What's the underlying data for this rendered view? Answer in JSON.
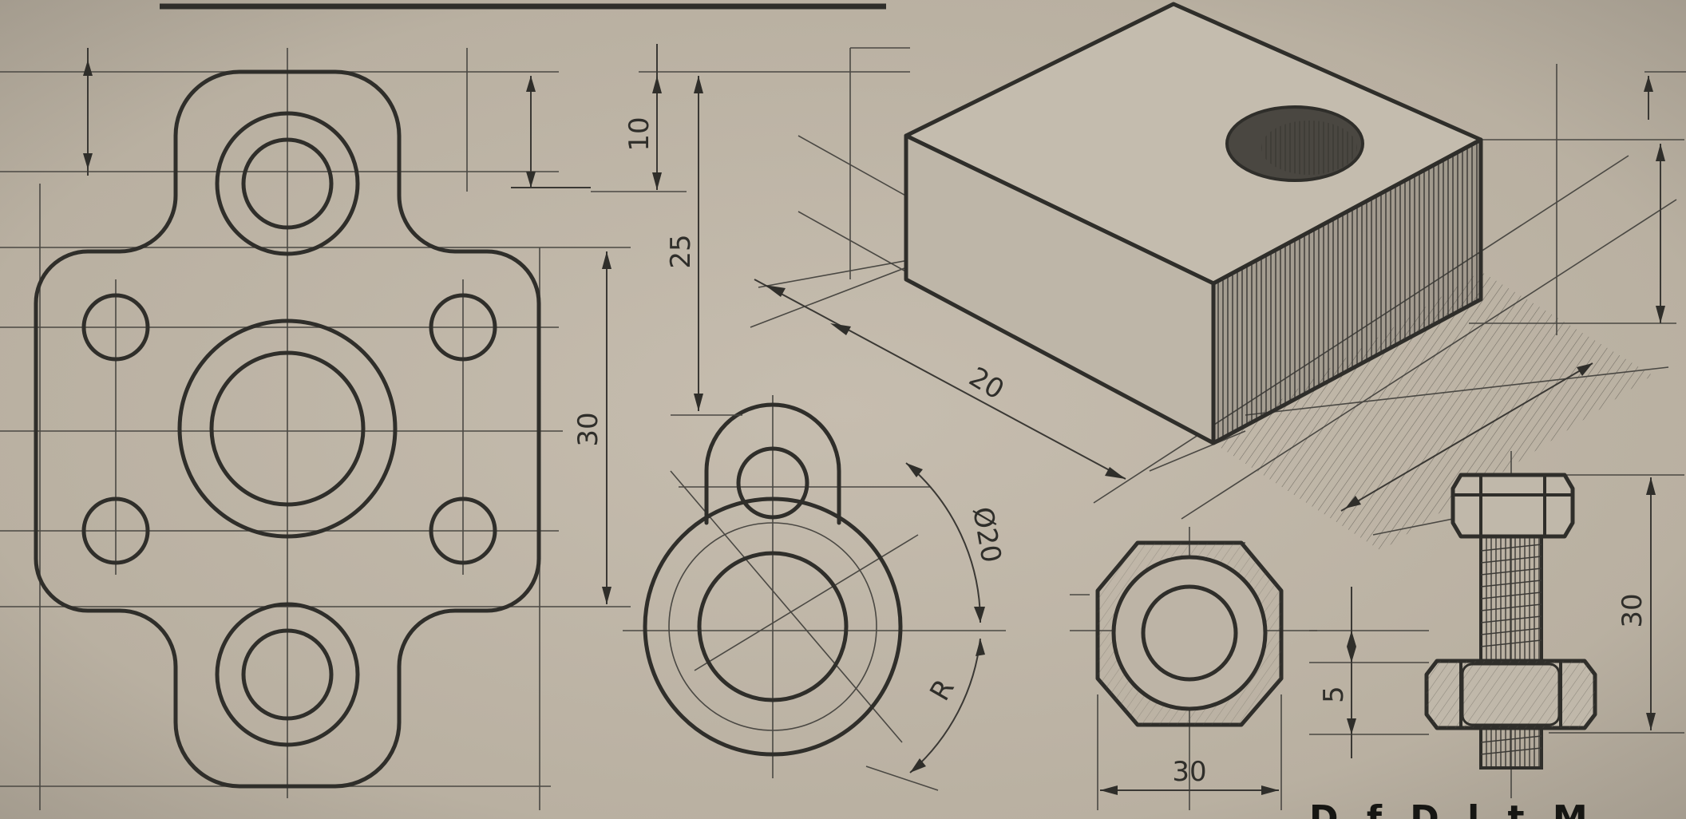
{
  "drawing": {
    "paper_color": "#bdb4a6",
    "ink_color": "#2f2e2a",
    "views": [
      "flange-plate-front-view",
      "lug-ring-front-view",
      "block-isometric-view",
      "hex-nut-top-view",
      "bolt-with-nut-side-view"
    ],
    "dimensions": {
      "flange_height": "30",
      "top_offset": "10",
      "lug_height": "25",
      "block_depth": "20",
      "arc_label": "Ø20",
      "radius_label": "R",
      "nut_width": "30",
      "nut_thickness": "5",
      "bolt_length": "30"
    },
    "signature": "D  f  D  l  t  M"
  }
}
